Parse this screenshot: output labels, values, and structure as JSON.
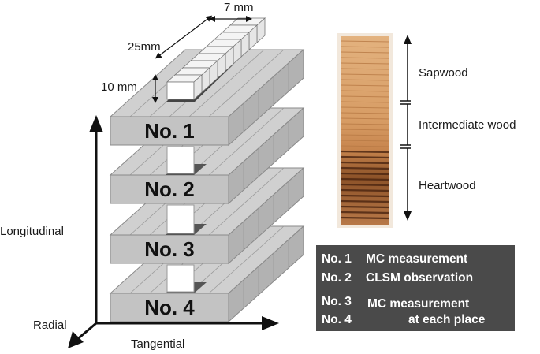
{
  "axes": {
    "longitudinal": "Longitudinal",
    "radial": "Radial",
    "tangential": "Tangential"
  },
  "dimensions": {
    "width": "7 mm",
    "length": "25mm",
    "height": "10 mm"
  },
  "boards": [
    {
      "label": "No. 1"
    },
    {
      "label": "No. 2"
    },
    {
      "label": "No. 3"
    },
    {
      "label": "No. 4"
    }
  ],
  "wood_zones": {
    "sapwood": "Sapwood",
    "intermediate": "Intermediate wood",
    "heartwood": "Heartwood"
  },
  "legend": {
    "line1_no": "No. 1",
    "line1_text": "MC measurement",
    "line2_no": "No. 2",
    "line2_text": "CLSM observation",
    "line3_no": "No. 3",
    "line3_text": "MC measurement",
    "line4_no": "No. 4",
    "line4_text": "at each place"
  },
  "colors": {
    "board_front": "#c3c3c3",
    "board_top": "#d0d0d0",
    "board_side": "#b2b2b2",
    "legend_bg": "#4a4a4a",
    "sapwood": "#d9a06a",
    "heartwood": "#6e3d1c"
  }
}
